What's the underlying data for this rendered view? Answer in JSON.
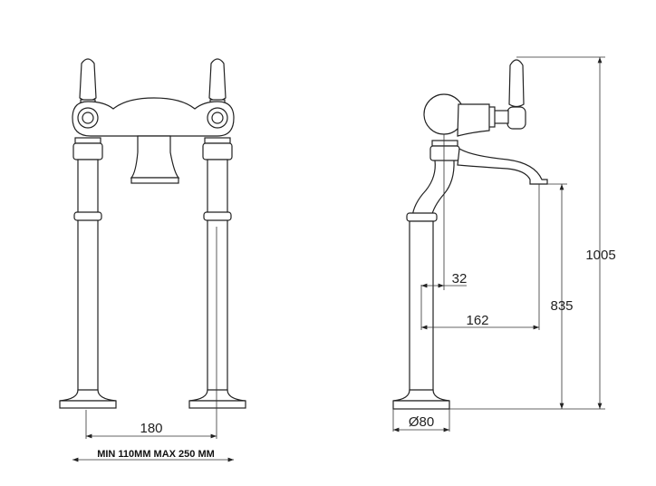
{
  "front_view": {
    "dimension_spacing": "180",
    "range_note": "MIN 110MM  MAX 250 MM"
  },
  "side_view": {
    "dimension_total_height": "1005",
    "dimension_spout_height": "835",
    "dimension_spout_reach": "162",
    "dimension_offset": "32",
    "dimension_base_diameter": "Ø80"
  }
}
